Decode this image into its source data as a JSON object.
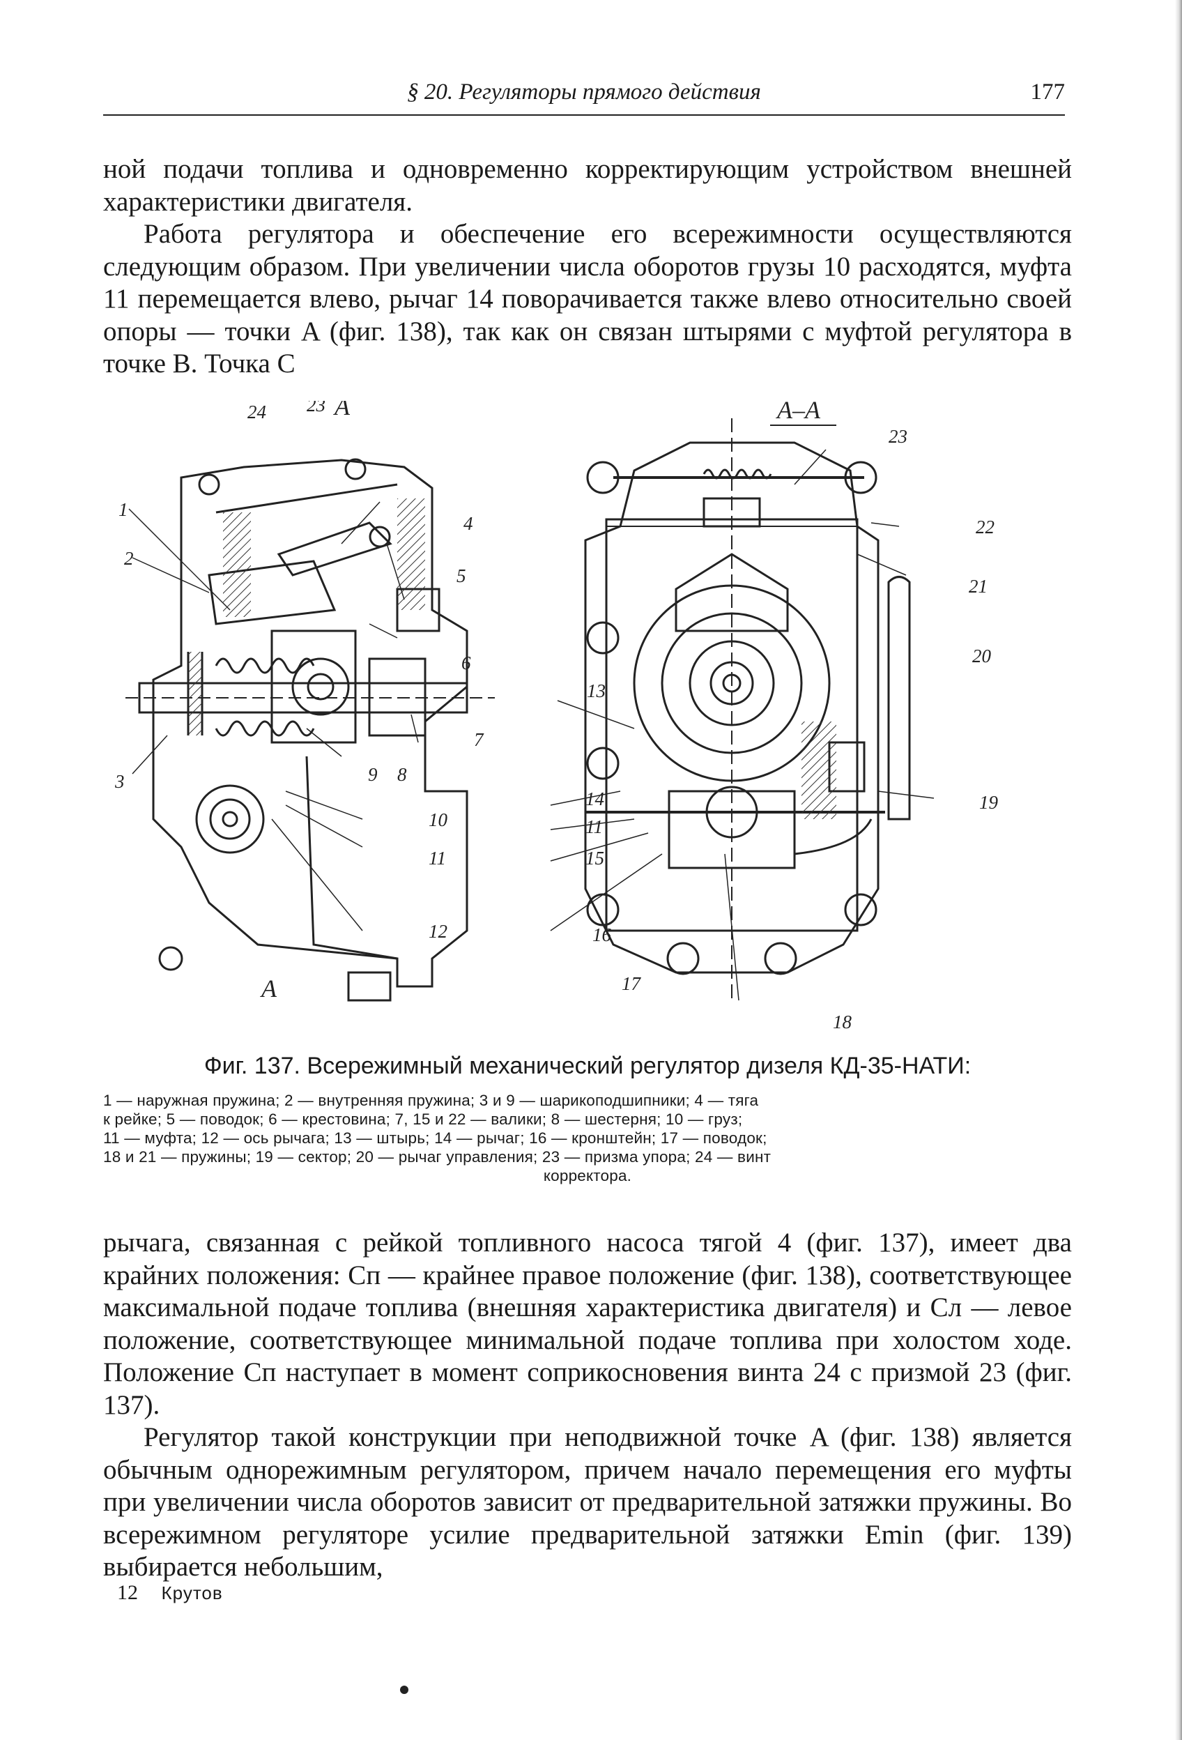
{
  "header": {
    "running_title": "§ 20. Регуляторы прямого действия",
    "page_number": "177"
  },
  "paragraphs": {
    "p1": "ной подачи топлива и одновременно корректирующим устройством внешней характеристики двигателя.",
    "p2": "Работа регулятора и обеспечение его всережимности осуществляются следующим образом. При увеличении числа оборотов грузы 10 расходятся, муфта 11 перемещается влево, рычаг 14 поворачивается также влево относительно своей опоры — точки A (фиг. 138), так как он связан штырями с муфтой регулятора в точке B. Точка C",
    "p3": "рычага, связанная с рейкой топливного насоса тягой 4 (фиг. 137), имеет два крайних положения: Cп — крайнее правое положение (фиг. 138), соответствующее максимальной подаче топлива (внешняя характеристика двигателя) и Cл — левое положение, соответствующее минимальной подаче топлива при холостом ходе. Положение Cп наступает в момент соприкосновения винта 24 с призмой 23 (фиг. 137).",
    "p4": "Регулятор такой конструкции при неподвижной точке A (фиг. 138) является обычным однорежимным регулятором, причем начало перемещения его муфты при увеличении числа оборотов зависит от предварительной затяжки пружины. Во всережимном регуляторе усилие предварительной затяжки Emin (фиг. 139) выбирается небольшим,"
  },
  "figure": {
    "section_label": "А–А",
    "cut_mark_top": "А",
    "cut_mark_bottom": "А",
    "left_callouts": [
      "24",
      "23",
      "4",
      "1",
      "5",
      "2",
      "6",
      "7",
      "3",
      "9",
      "8",
      "10",
      "11",
      "12"
    ],
    "right_callouts": [
      "23",
      "22",
      "21",
      "20",
      "13",
      "19",
      "14",
      "11",
      "15",
      "16",
      "17",
      "18"
    ]
  },
  "caption": {
    "title": "Фиг. 137. Всережимный механический регулятор дизеля КД-35-НАТИ:",
    "legend_lines": [
      "1 — наружная пружина; 2 — внутренняя пружина; 3 и 9 — шарикоподшипники; 4 — тяга",
      "к рейке; 5 — поводок; 6 — крестовина; 7, 15 и 22 — валики; 8 — шестерня; 10 — груз;",
      "11 — муфта; 12 — ось рычага; 13 — штырь; 14 — рычаг; 16 — кронштейн; 17 — поводок;",
      "18 и 21 — пружины; 19 — сектор; 20 — рычаг управления; 23 — призма упора; 24 — винт"
    ],
    "legend_last": "корректора."
  },
  "footer": {
    "signature_number": "12",
    "signature_name": "Крутов"
  }
}
